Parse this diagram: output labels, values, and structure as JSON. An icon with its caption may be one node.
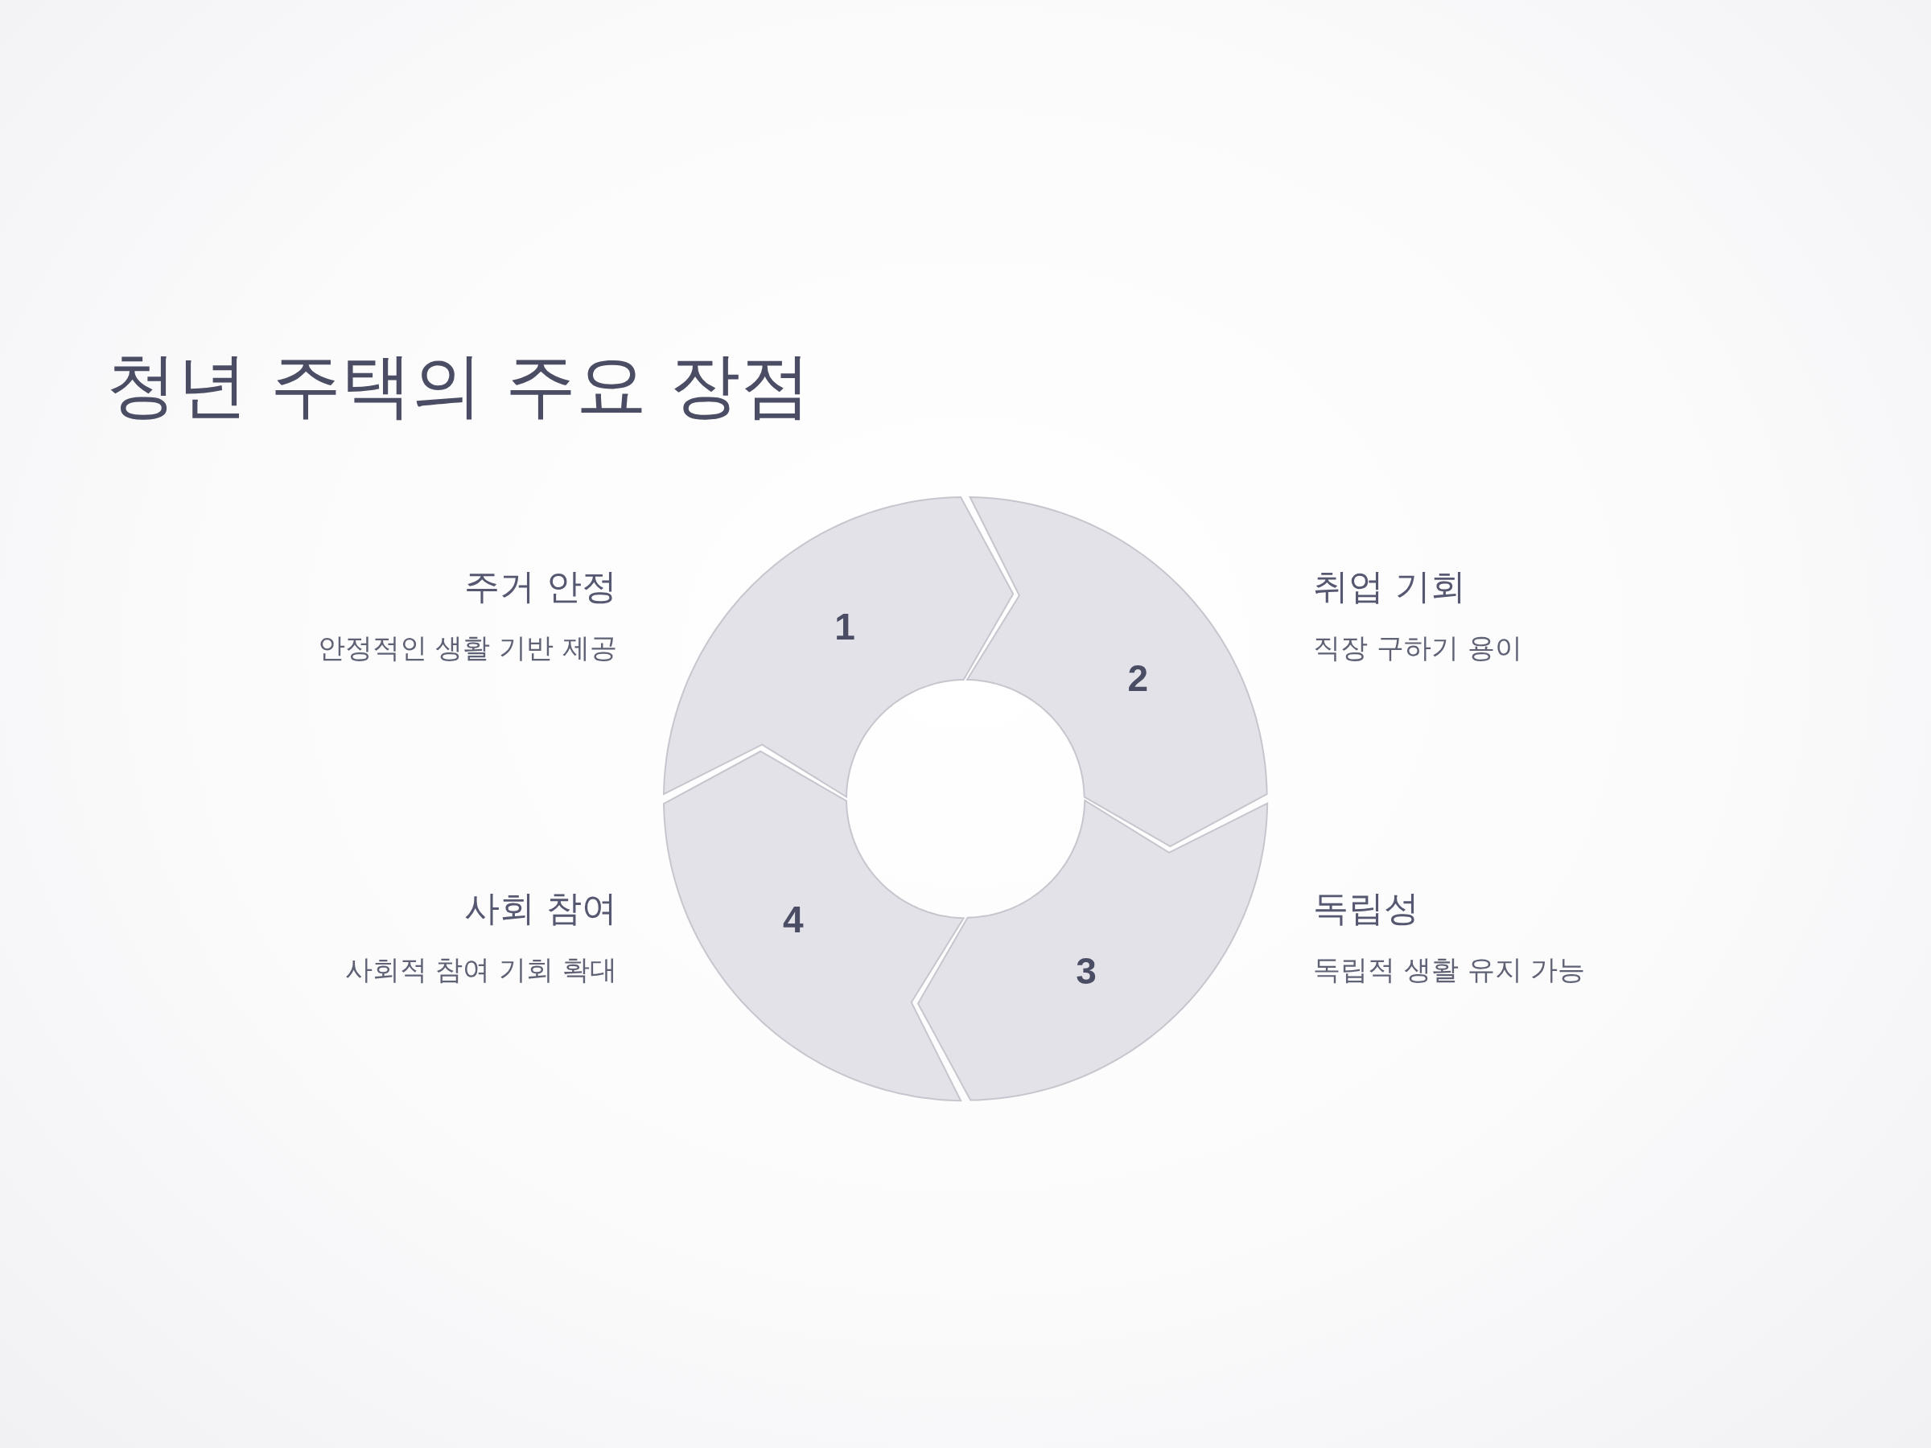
{
  "diagram": {
    "title": "청년 주택의 주요 장점",
    "nodes": [
      {
        "text": [
          "1"
        ],
        "beside": [
          "주거 안정",
          "안정적인 생활 기반 제공"
        ]
      },
      {
        "text": [
          "2"
        ],
        "beside": [
          "취업 기회",
          "직장 구하기 용이"
        ]
      },
      {
        "text": [
          "3"
        ],
        "beside": [
          "독립성",
          "독립적 생활 유지 가능"
        ]
      },
      {
        "text": [
          "4"
        ],
        "beside": [
          "사회 참여",
          "사회적 참여 기회 확대"
        ]
      }
    ]
  }
}
